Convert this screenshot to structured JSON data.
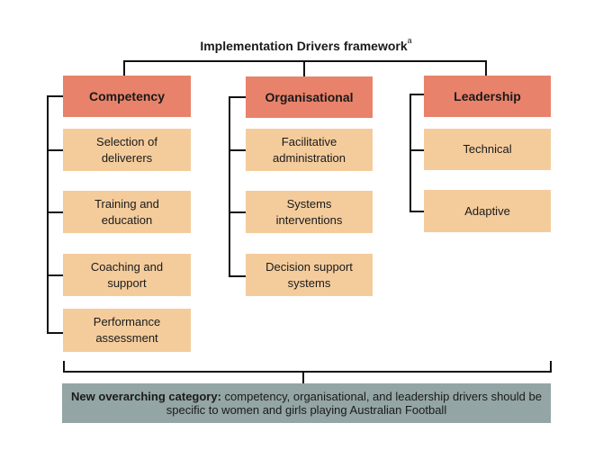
{
  "title": {
    "text": "Implementation Drivers framework",
    "superscript": "a"
  },
  "columns": [
    {
      "heading": "Competency",
      "items": [
        "Selection of deliverers",
        "Training and education",
        "Coaching and support",
        "Performance assessment"
      ]
    },
    {
      "heading": "Organisational",
      "items": [
        "Facilitative administration",
        "Systems interventions",
        "Decision support systems"
      ]
    },
    {
      "heading": "Leadership",
      "items": [
        "Technical",
        "Adaptive"
      ]
    }
  ],
  "footer": {
    "bold": "New overarching category:",
    "text": " competency, organisational, and leadership drivers should be specific to women and girls playing Australian Football"
  },
  "colors": {
    "heading": "#e8826a",
    "item": "#f4cc9c",
    "footer": "#93a5a4",
    "line": "#111111"
  }
}
